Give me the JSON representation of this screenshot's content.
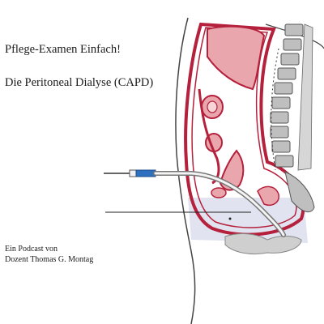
{
  "cover": {
    "title": "Pflege-Examen Einfach!",
    "subtitle": "Die Peritoneal Dialyse (CAPD)",
    "credit_line_1": "Ein Podcast von",
    "credit_line_2": "Dozent Thomas G. Montag"
  },
  "illustration": {
    "description_icon": "abdominal-cross-section-illustration",
    "colors": {
      "organ_outline": "#b5203c",
      "organ_fill": "#e9a7ad",
      "spine_fill": "#bfbfbf",
      "dialysate_fill": "#dfe3ef",
      "catheter_cuff": "#2f6fc0"
    }
  }
}
